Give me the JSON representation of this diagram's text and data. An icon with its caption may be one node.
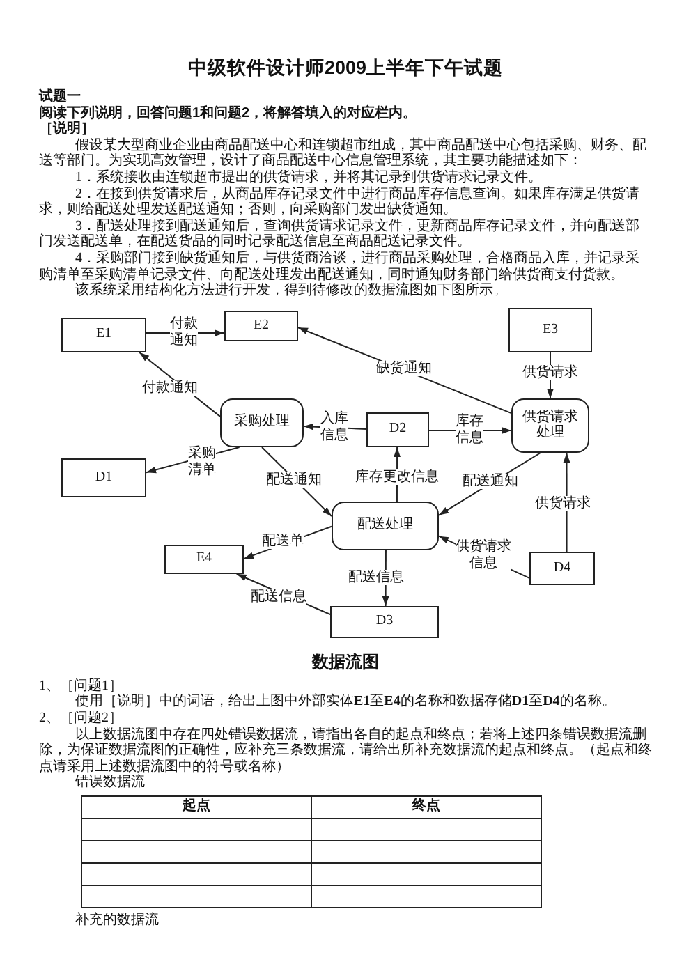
{
  "diagram": {
    "title": "中级软件设计师2009上半年下午试题",
    "caption": "数据流图",
    "nodes": [
      {
        "text": [
          "E1"
        ]
      },
      {
        "text": [
          "E2"
        ]
      },
      {
        "text": [
          "E3"
        ]
      },
      {
        "text": [
          "采购处理"
        ]
      },
      {
        "text": [
          "D2"
        ]
      },
      {
        "text": [
          "供货请求处理"
        ]
      },
      {
        "text": [
          "D1"
        ]
      },
      {
        "text": [
          "配送处理"
        ]
      },
      {
        "text": [
          "E4"
        ]
      },
      {
        "text": [
          "D4"
        ]
      },
      {
        "text": [
          "D3"
        ]
      }
    ],
    "edges": [
      {
        "from": 0,
        "to": 1,
        "arrow": "to",
        "label": "付款通知"
      },
      {
        "from": 3,
        "to": 0,
        "arrow": "to",
        "label": "付款通知"
      },
      {
        "from": 5,
        "to": 1,
        "arrow": "to",
        "label": "缺货通知"
      },
      {
        "from": 2,
        "to": 5,
        "arrow": "to",
        "label": "供货请求"
      },
      {
        "from": 4,
        "to": 3,
        "arrow": "to",
        "label": "入库信息"
      },
      {
        "from": 4,
        "to": 5,
        "arrow": "to",
        "label": "库存信息"
      },
      {
        "from": 3,
        "to": 6,
        "arrow": "to",
        "label": "采购清单"
      },
      {
        "from": 3,
        "to": 7,
        "arrow": "to",
        "label": "配送通知"
      },
      {
        "from": 7,
        "to": 4,
        "arrow": "to",
        "label": "库存更改信息"
      },
      {
        "from": 5,
        "to": 7,
        "arrow": "to",
        "label": "配送通知"
      },
      {
        "from": 9,
        "to": 5,
        "arrow": "to",
        "label": "供货请求"
      },
      {
        "from": 9,
        "to": 7,
        "arrow": "to",
        "label": "供货请求信息"
      },
      {
        "from": 7,
        "to": 8,
        "arrow": "to",
        "label": "配送单"
      },
      {
        "from": 7,
        "to": 10,
        "arrow": "to",
        "label": "配送信息"
      },
      {
        "from": 10,
        "to": 8,
        "arrow": "to",
        "label": "配送信息"
      }
    ],
    "labels": [
      "试题一",
      "阅读下列说明，回答问题1和问题2，将解答填入的对应栏内。",
      "［说明］",
      "假设某大型商业企业由商品配送中心和连锁超市组成，其中商品配送中心包括采购、财务、配送等部门。为实现高效管理，设计了商品配送中心信息管理系统，其主要功能描述如下：",
      "1．系统接收由连锁超市提出的供货请求，并将其记录到供货请求记录文件。",
      "2．在接到供货请求后，从商品库存记录文件中进行商品库存信息查询。如果库存满足供货请求，则给配送处理发送配送通知；否则，向采购部门发出缺货通知。",
      "3．配送处理接到配送通知后，查询供货请求记录文件，更新商品库存记录文件，并向配送部门发送配送单，在配送货品的同时记录配送信息至商品配送记录文件。",
      "4．采购部门接到缺货通知后，与供货商洽谈，进行商品采购处理，合格商品入库，并记录采购清单至采购清单记录文件、向配送处理发出配送通知，同时通知财务部门给供货商支付货款。",
      "该系统采用结构化方法进行开发，得到待修改的数据流图如下图所示。",
      "1、［问题1］",
      "使用［说明］中的词语，给出上图中外部实体**E1**至**E4**的名称和数据存储**D1**至**D4**的名称。",
      "2、［问题2］",
      "以上数据流图中存在四处错误数据流，请指出各自的起点和终点；若将上述四条错误数据流删除，为保证数据流图的正确性，应补充三条数据流，请给出所补充数据流的起点和终点。（起点和终点请采用上述数据流图中的符号或名称）",
      "错误数据流",
      "起点",
      "终点",
      "补充的数据流"
    ]
  }
}
